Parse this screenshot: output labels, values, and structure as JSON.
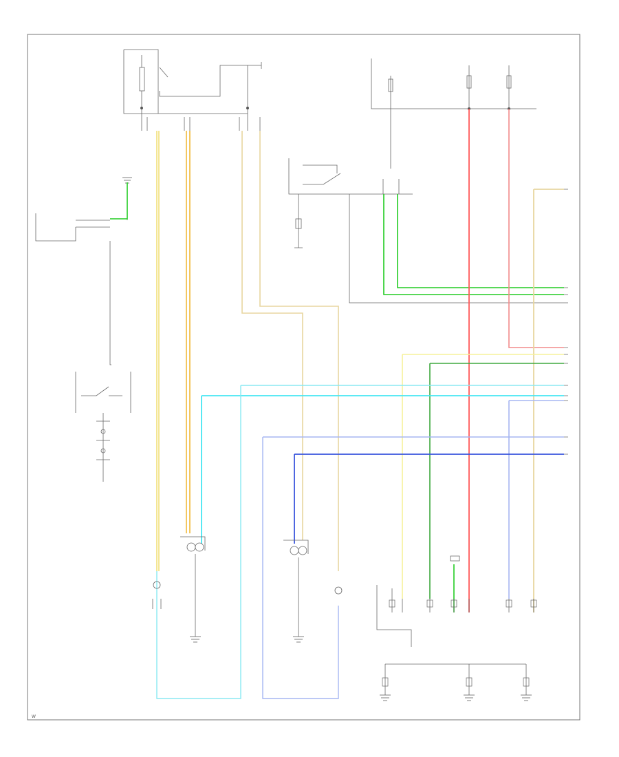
{
  "diagram": {
    "colors": {
      "yellow": "#f2e07a",
      "tan": "#e8d6a0",
      "light_yellow": "#f6f29a",
      "green": "#22cc22",
      "red": "#ff5a5a",
      "pink": "#f28b8b",
      "cyan": "#46e6f2",
      "light_blue": "#a6b6f2",
      "blue": "#3a55dd",
      "gray": "#9a9a9a",
      "dark_green": "#3fa83f"
    },
    "icons": [
      "ground-symbol",
      "fuse-symbol",
      "switch-symbol",
      "connector-symbol",
      "lamp-symbol"
    ],
    "footer_code": "W"
  }
}
